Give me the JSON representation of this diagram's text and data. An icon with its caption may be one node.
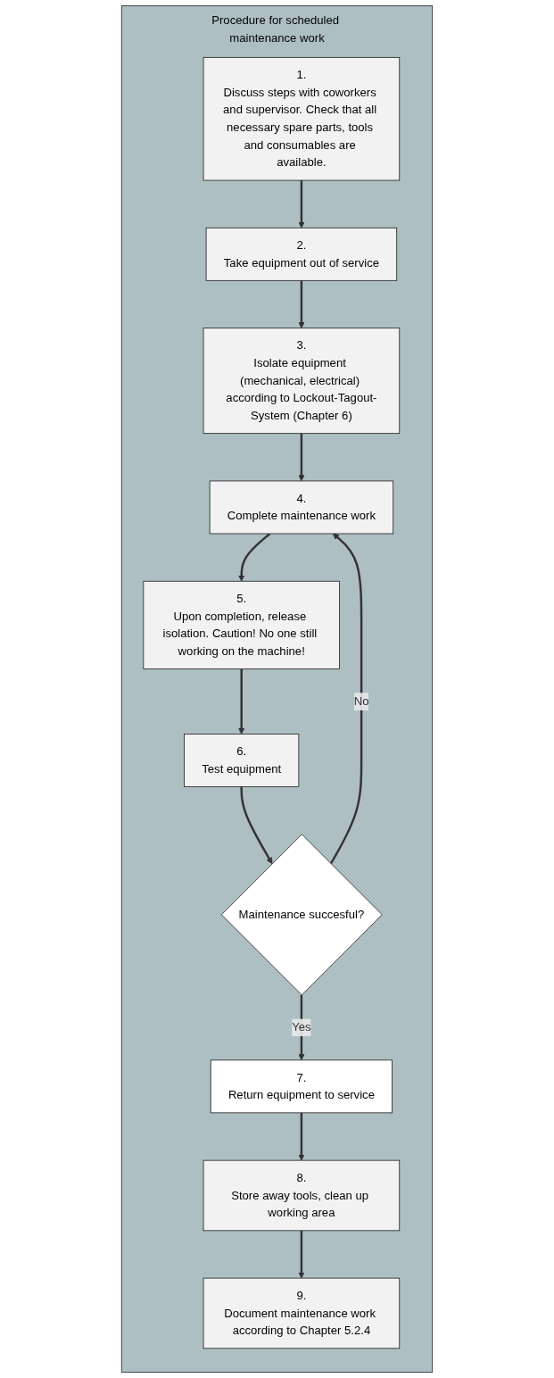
{
  "diagram": {
    "nodes": [
      {
        "text": [
          "Procedure for scheduled maintenance work"
        ]
      },
      {
        "text": [
          "1.",
          "Discuss steps with coworkers and supervisor. Check that all necessary spare parts, tools and consumables are available."
        ],
        "in": 0
      },
      {
        "text": [
          "2.",
          "Take equipment out of service"
        ],
        "in": 0
      },
      {
        "text": [
          "3.",
          "Isolate equipment (mechanical, electrical) according to Lockout-Tagout-System (Chapter 6)"
        ],
        "in": 0
      },
      {
        "text": [
          "4.",
          "Complete maintenance work"
        ],
        "in": 0
      },
      {
        "text": [
          "5.",
          "Upon completion, release isolation. Caution! No one still working on the machine!"
        ],
        "in": 0
      },
      {
        "text": [
          "6.",
          "Test equipment"
        ],
        "in": 0
      },
      {
        "text": [
          "Maintenance succesful?"
        ],
        "in": 0
      },
      {
        "text": [
          "7.",
          "Return equipment to service"
        ],
        "in": 0
      },
      {
        "text": [
          "8.",
          "Store away tools, clean up working area"
        ],
        "in": 0
      },
      {
        "text": [
          "9.",
          "Document maintenance work according to Chapter 5.2.4"
        ],
        "in": 0
      }
    ],
    "edges": [
      {
        "from": 1,
        "to": 2,
        "arrow": "to"
      },
      {
        "from": 2,
        "to": 3,
        "arrow": "to"
      },
      {
        "from": 3,
        "to": 4,
        "arrow": "to"
      },
      {
        "from": 4,
        "to": 5,
        "arrow": "to"
      },
      {
        "from": 5,
        "to": 6,
        "arrow": "to"
      },
      {
        "from": 6,
        "to": 7,
        "arrow": "to"
      },
      {
        "from": 7,
        "to": 4,
        "arrow": "to",
        "label": "No"
      },
      {
        "from": 7,
        "to": 8,
        "arrow": "to",
        "label": "Yes"
      },
      {
        "from": 8,
        "to": 9,
        "arrow": "to"
      },
      {
        "from": 9,
        "to": 10,
        "arrow": "to"
      }
    ]
  }
}
